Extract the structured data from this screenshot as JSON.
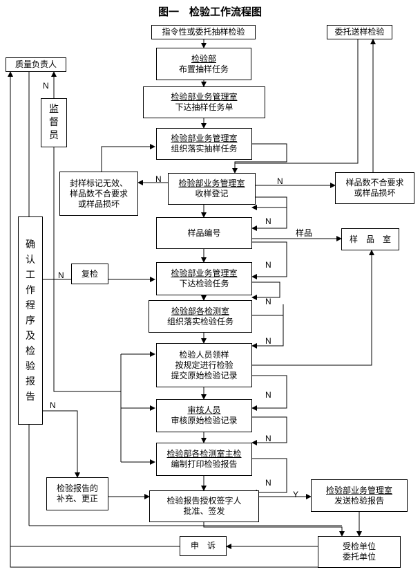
{
  "title": "图一　检验工作流程图",
  "boxes": {
    "directive": "指令性或委托抽样检验",
    "entrusted_send": "委托送样检验",
    "quality_head": "质量负责人",
    "supervisor": [
      "监",
      "督",
      "员"
    ],
    "dept_plan": {
      "line1": "检验部",
      "line2": "布置抽样任务"
    },
    "office_issue": {
      "line1": "检验部业务管理室",
      "line2": "下达抽样任务单"
    },
    "office_organize": {
      "line1": "检验部业务管理室",
      "line2": "组织落实抽样任务"
    },
    "seal_invalid": {
      "line1": "封样标记无效、",
      "line2": "样品数不合要求",
      "line3": "或样品损坏"
    },
    "office_receive": {
      "line1": "检验部业务管理室",
      "line2": "收样登记"
    },
    "sample_bad": {
      "line1": "样品数不合要求",
      "line2": "或样品损坏"
    },
    "sample_number": "样品编号",
    "sample_room": "样　品　室",
    "confirm": [
      "确",
      "认",
      "工",
      "作",
      "程",
      "序",
      "及",
      "检",
      "验",
      "报",
      "告"
    ],
    "recheck": "复检",
    "office_test_task": {
      "line1": "检验部业务管理室",
      "line2": "下达检验任务"
    },
    "lab_organize": {
      "line1": "检验部各检测室",
      "line2": "组织落实检验任务"
    },
    "inspector": {
      "line1": "检验人员领样",
      "line2": "按规定进行检验",
      "line3": "提交原始检验记录"
    },
    "reviewer": {
      "line1": "审核人员",
      "line2": "审核原始检验记录"
    },
    "lab_head": {
      "line1": "检验部各检测室主检",
      "line2": "编制打印检验报告"
    },
    "report_fix": {
      "line1": "检验报告的",
      "line2": "补充、更正"
    },
    "signer": {
      "line1": "检验报告授权签字人",
      "line2": "批准、签发"
    },
    "office_send": {
      "line1": "检验部业务管理室",
      "line2": "发送检验报告"
    },
    "appeal": "申　诉",
    "client": {
      "line1": "受检单位",
      "line2": "委托单位"
    }
  },
  "labels": {
    "n": "N",
    "y": "Y",
    "sample": "样品"
  }
}
